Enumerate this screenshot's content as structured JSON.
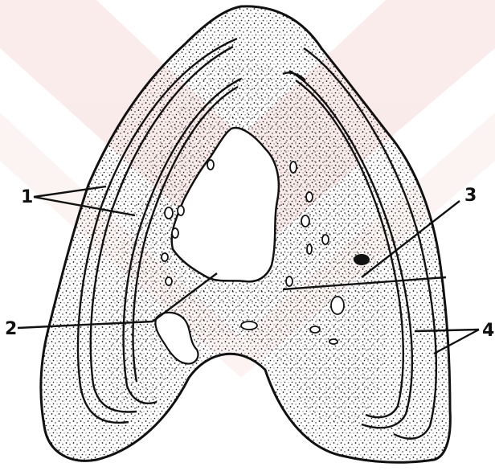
{
  "figure": {
    "labels": [
      {
        "id": "label-1",
        "text": "1"
      },
      {
        "id": "label-2",
        "text": "2"
      },
      {
        "id": "label-3",
        "text": "3"
      },
      {
        "id": "label-4",
        "text": "4"
      }
    ]
  },
  "colors": {
    "ink": "#111111",
    "paper": "#ffffff",
    "watermark": "#f7dcdc"
  }
}
